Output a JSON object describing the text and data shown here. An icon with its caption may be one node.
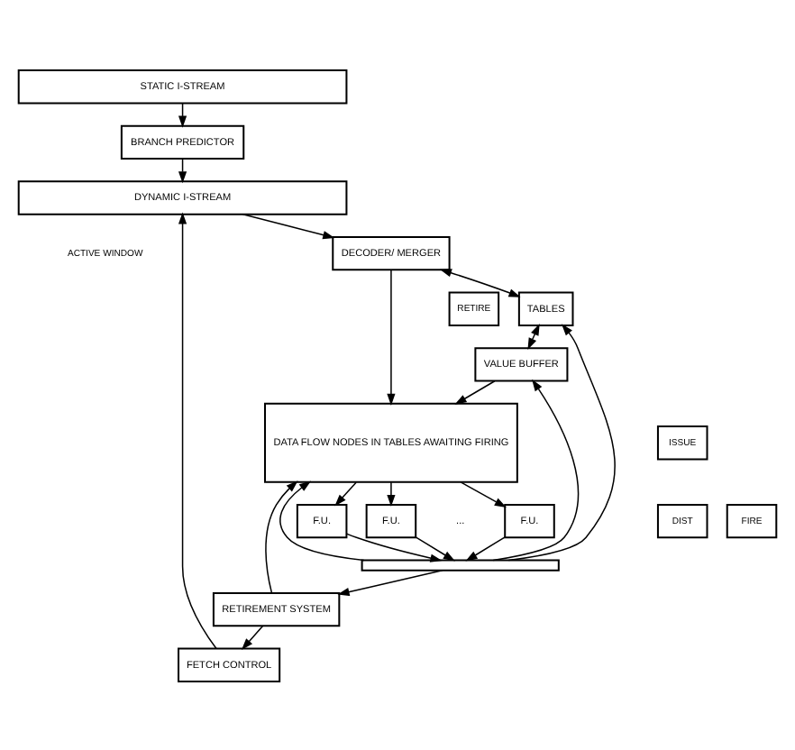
{
  "diagram": {
    "nodes": [
      {
        "text": [
          "STATIC I-STREAM"
        ]
      },
      {
        "text": [
          "BRANCH PREDICTOR"
        ]
      },
      {
        "text": [
          "DYNAMIC I-STREAM"
        ],
        "beside": [
          "ACTIVE WINDOW"
        ]
      },
      {
        "text": [
          "DECODER/ MERGER"
        ]
      },
      {
        "text": [
          "TABLES"
        ]
      },
      {
        "text": [
          "FETCH CONTROL"
        ]
      },
      {
        "text": [
          "ISSUE"
        ]
      },
      {
        "text": [
          "RETIRE"
        ]
      },
      {
        "text": [
          "RETIREMENT SYSTEM"
        ]
      },
      {
        "text": [
          "DATA FLOW NODES IN TABLES AWAITING FIRING"
        ]
      },
      {
        "text": [
          "VALUE BUFFER"
        ]
      },
      {
        "text": [
          "FIRE"
        ]
      },
      {
        "text": [
          "F.U."
        ]
      },
      {
        "text": [
          "F.U."
        ]
      },
      {
        "text": [
          "F.U."
        ]
      },
      {
        "text": [
          "DIST"
        ]
      },
      {
        "text": [],
        "shape": "bar"
      }
    ],
    "edges": [
      {
        "from": 0,
        "to": 1,
        "arrow": "to"
      },
      {
        "from": 1,
        "to": 2,
        "arrow": "to"
      },
      {
        "from": 2,
        "to": 3,
        "arrow": "to"
      },
      {
        "from": 5,
        "to": 2,
        "arrow": "to"
      },
      {
        "from": 8,
        "to": 5,
        "arrow": "to"
      },
      {
        "from": 3,
        "to": 4,
        "arrow": "both"
      },
      {
        "from": 16,
        "to": 4,
        "arrow": "to"
      },
      {
        "from": 3,
        "to": 9,
        "arrow": "to"
      },
      {
        "from": 8,
        "to": 9,
        "arrow": "to"
      },
      {
        "from": 4,
        "to": 10,
        "arrow": "both"
      },
      {
        "from": 16,
        "to": 9,
        "arrow": "to"
      },
      {
        "from": 10,
        "to": 9,
        "arrow": "to"
      },
      {
        "from": 16,
        "to": 10,
        "arrow": "to"
      },
      {
        "from": 9,
        "to": 12,
        "arrow": "to"
      },
      {
        "from": 9,
        "to": 13,
        "arrow": "to"
      },
      {
        "from": 9,
        "to": 14,
        "arrow": "to"
      },
      {
        "from": 12,
        "to": 16,
        "arrow": "to"
      },
      {
        "from": 13,
        "to": 16,
        "arrow": "to"
      },
      {
        "from": 14,
        "to": 16,
        "arrow": "to"
      },
      {
        "from": 16,
        "to": 8,
        "arrow": "to"
      }
    ],
    "labels": [
      "..."
    ]
  }
}
